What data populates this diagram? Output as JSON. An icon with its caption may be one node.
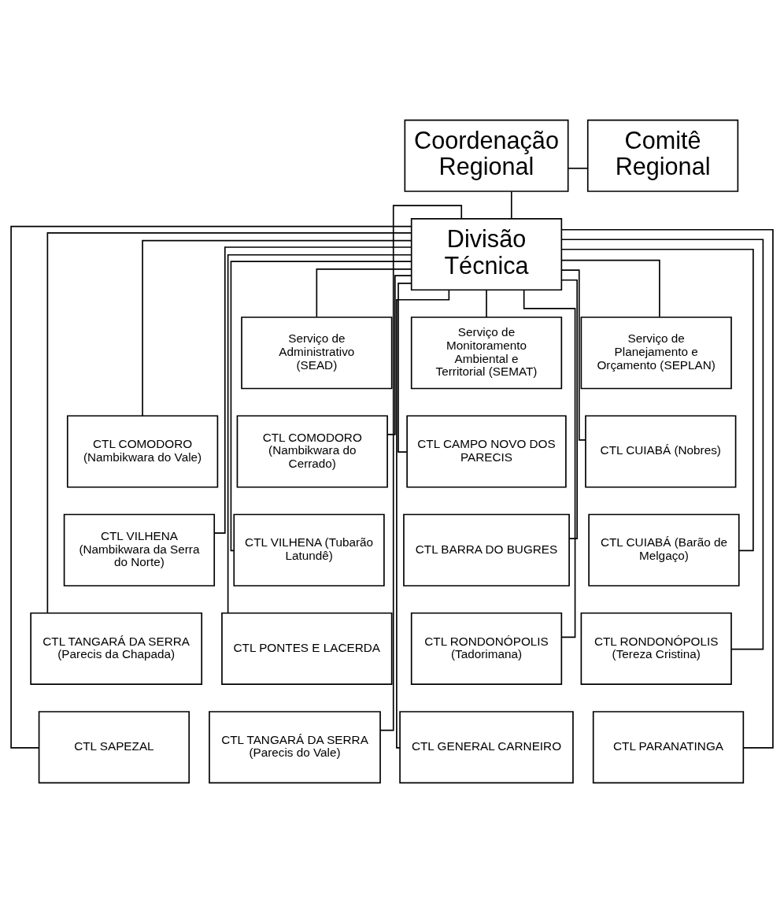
{
  "diagram": {
    "nodes": [
      {
        "text": [
          "Coordenação Regional"
        ]
      },
      {
        "text": [
          "Comitê Regional"
        ]
      },
      {
        "text": [
          "Divisão Técnica"
        ]
      },
      {
        "text": [
          "Serviço de Administrativo (SEAD)"
        ]
      },
      {
        "text": [
          "Serviço de Monitoramento Ambiental e Territorial (SEMAT)"
        ]
      },
      {
        "text": [
          "Serviço de Planejamento e Orçamento (SEPLAN)"
        ]
      },
      {
        "text": [
          "CTL COMODORO (Nambikwara do Cerrado)"
        ]
      },
      {
        "text": [
          "CTL CAMPO NOVO DOS PARECIS"
        ]
      },
      {
        "text": [
          "CTL COMODORO (Nambikwara do Vale)"
        ]
      },
      {
        "text": [
          "CTL CUIABÁ (Nobres)"
        ]
      },
      {
        "text": [
          "CTL VILHENA (Tubarão Latundê)"
        ]
      },
      {
        "text": [
          "CTL BARRA DO BUGRES"
        ]
      },
      {
        "text": [
          "CTL VILHENA (Nambikwara da Serra do Norte)"
        ]
      },
      {
        "text": [
          "CTL CUIABÁ (Barão de Melgaço)"
        ]
      },
      {
        "text": [
          "CTL PONTES E LACERDA"
        ]
      },
      {
        "text": [
          "CTL RONDONÓPOLIS (Tadorimana)"
        ]
      },
      {
        "text": [
          "CTL TANGARÁ DA SERRA (Parecis da Chapada)"
        ]
      },
      {
        "text": [
          "CTL RONDONÓPOLIS (Tereza Cristina)"
        ]
      },
      {
        "text": [
          "CTL TANGARÁ DA SERRA (Parecis do Vale)"
        ]
      },
      {
        "text": [
          "CTL GENERAL CARNEIRO"
        ]
      },
      {
        "text": [
          "CTL SAPEZAL"
        ]
      },
      {
        "text": [
          "CTL PARANATINGA"
        ]
      }
    ],
    "edges": [
      {
        "from": 0,
        "to": 2,
        "arrow": "none"
      },
      {
        "from": 0,
        "to": 1,
        "arrow": "none"
      },
      {
        "from": 2,
        "to": 3,
        "arrow": "none"
      },
      {
        "from": 2,
        "to": 4,
        "arrow": "none"
      },
      {
        "from": 2,
        "to": 5,
        "arrow": "none"
      },
      {
        "from": 2,
        "to": 6,
        "arrow": "none"
      },
      {
        "from": 2,
        "to": 7,
        "arrow": "none"
      },
      {
        "from": 2,
        "to": 8,
        "arrow": "none"
      },
      {
        "from": 2,
        "to": 9,
        "arrow": "none"
      },
      {
        "from": 2,
        "to": 10,
        "arrow": "none"
      },
      {
        "from": 2,
        "to": 11,
        "arrow": "none"
      },
      {
        "from": 2,
        "to": 12,
        "arrow": "none"
      },
      {
        "from": 2,
        "to": 13,
        "arrow": "none"
      },
      {
        "from": 2,
        "to": 14,
        "arrow": "none"
      },
      {
        "from": 2,
        "to": 15,
        "arrow": "none"
      },
      {
        "from": 2,
        "to": 16,
        "arrow": "none"
      },
      {
        "from": 2,
        "to": 17,
        "arrow": "none"
      },
      {
        "from": 2,
        "to": 18,
        "arrow": "none"
      },
      {
        "from": 2,
        "to": 19,
        "arrow": "none"
      },
      {
        "from": 2,
        "to": 20,
        "arrow": "none"
      },
      {
        "from": 2,
        "to": 21,
        "arrow": "none"
      }
    ]
  }
}
